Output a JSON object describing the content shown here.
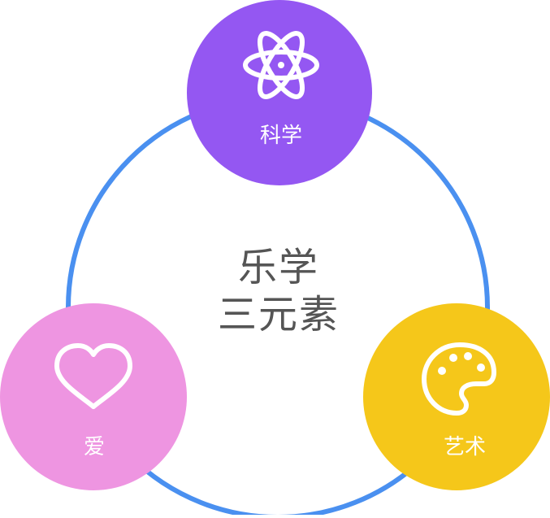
{
  "center": {
    "line1": "乐学",
    "line2": "三元素"
  },
  "nodes": [
    {
      "id": "science",
      "label": "科学",
      "icon": "atom-icon",
      "color": "#9457f2"
    },
    {
      "id": "love",
      "label": "爱",
      "icon": "heart-icon",
      "color": "#ee95e1"
    },
    {
      "id": "art",
      "label": "艺术",
      "icon": "palette-icon",
      "color": "#f5c71a"
    }
  ],
  "ring_color": "#4a90f0"
}
